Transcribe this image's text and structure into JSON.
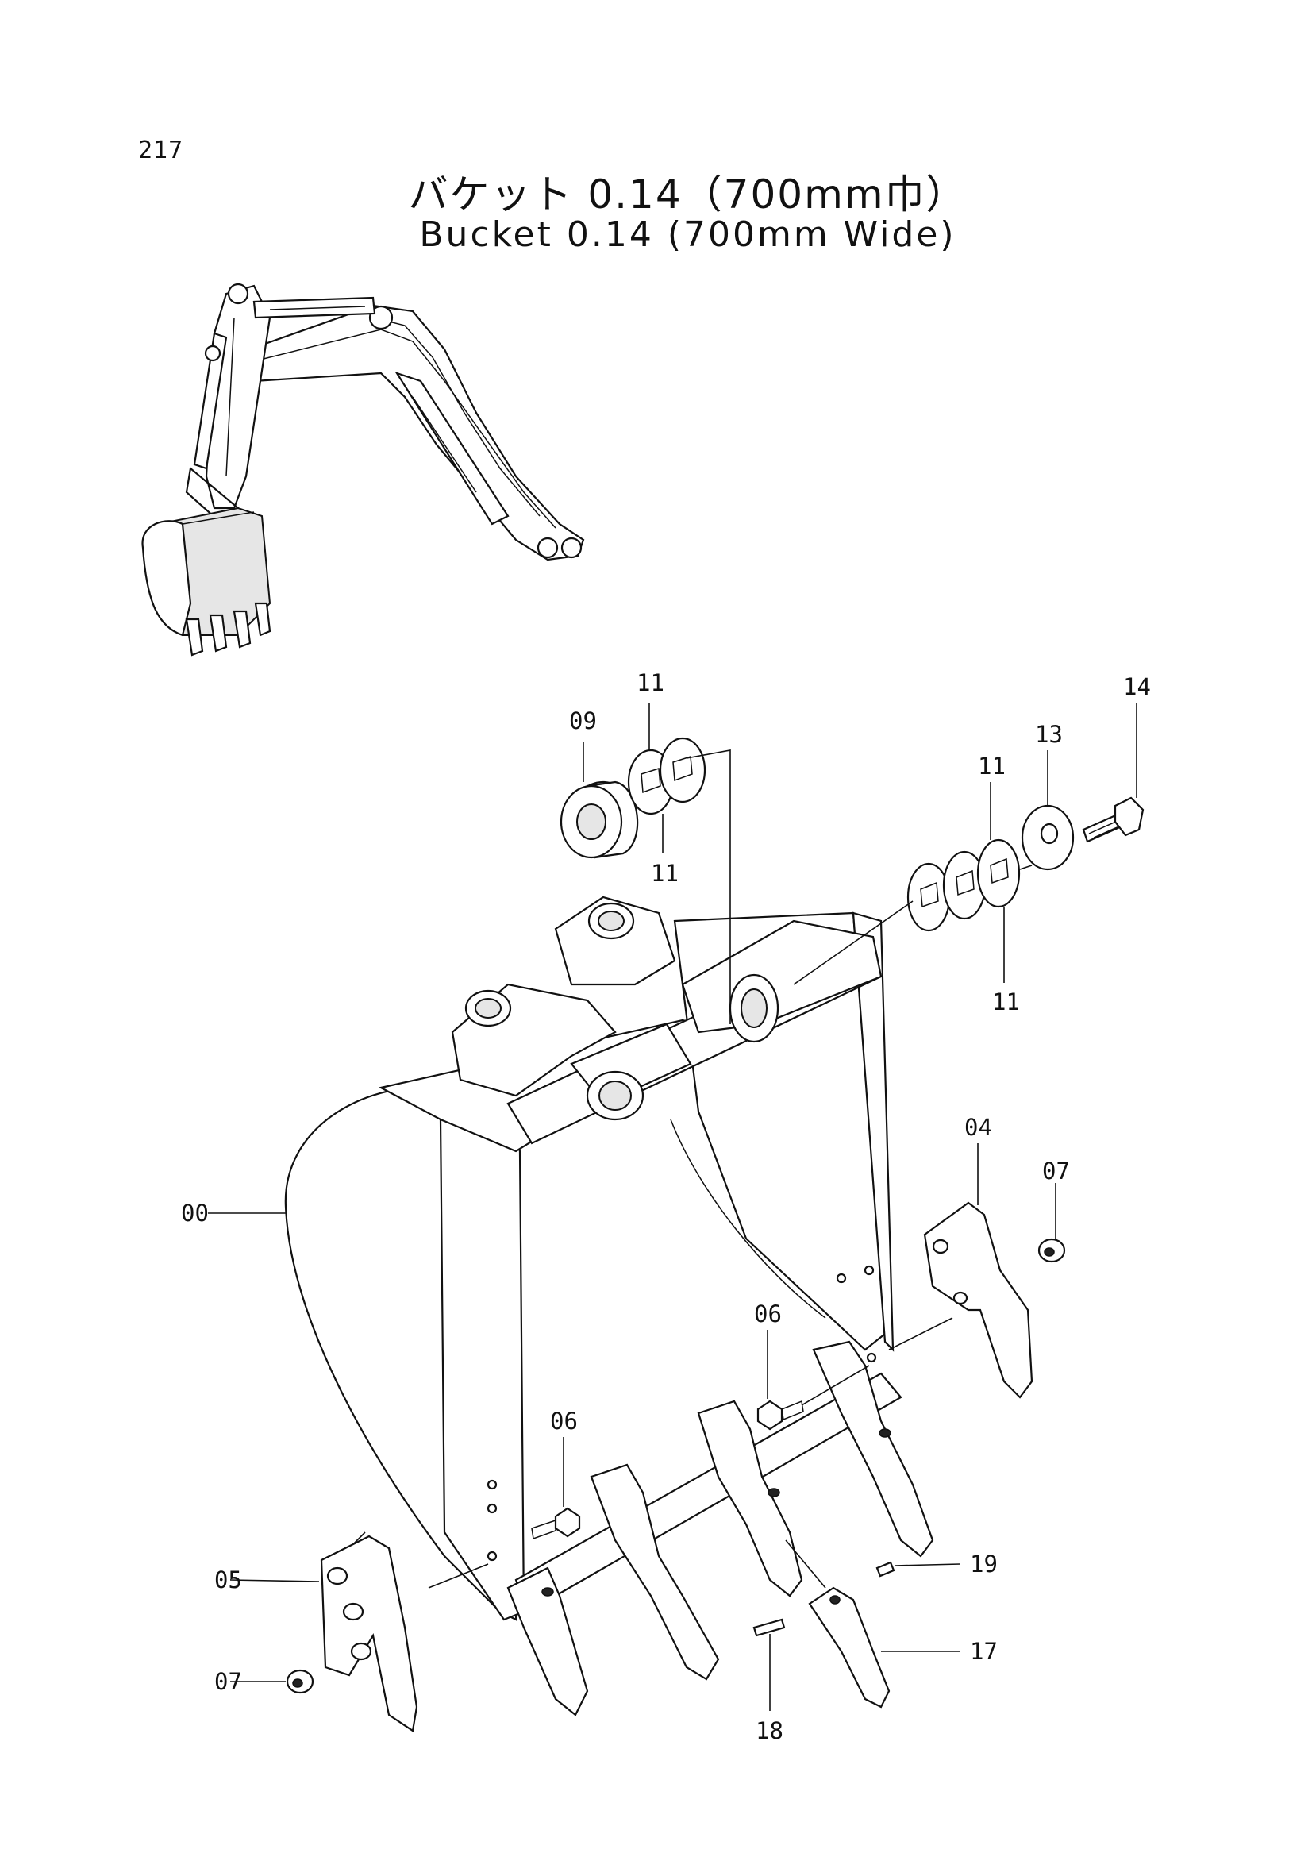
{
  "page_number": "217",
  "title_jp": "バケット 0.14（700mm巾）",
  "title_en": "Bucket 0.14 (700mm Wide)",
  "callouts": {
    "c00": "00",
    "c04": "04",
    "c05": "05",
    "c06a": "06",
    "c06b": "06",
    "c07a": "07",
    "c07b": "07",
    "c09": "09",
    "c11a": "11",
    "c11b": "11",
    "c11c": "11",
    "c11d": "11",
    "c13": "13",
    "c14": "14",
    "c17": "17",
    "c18": "18",
    "c19": "19"
  }
}
